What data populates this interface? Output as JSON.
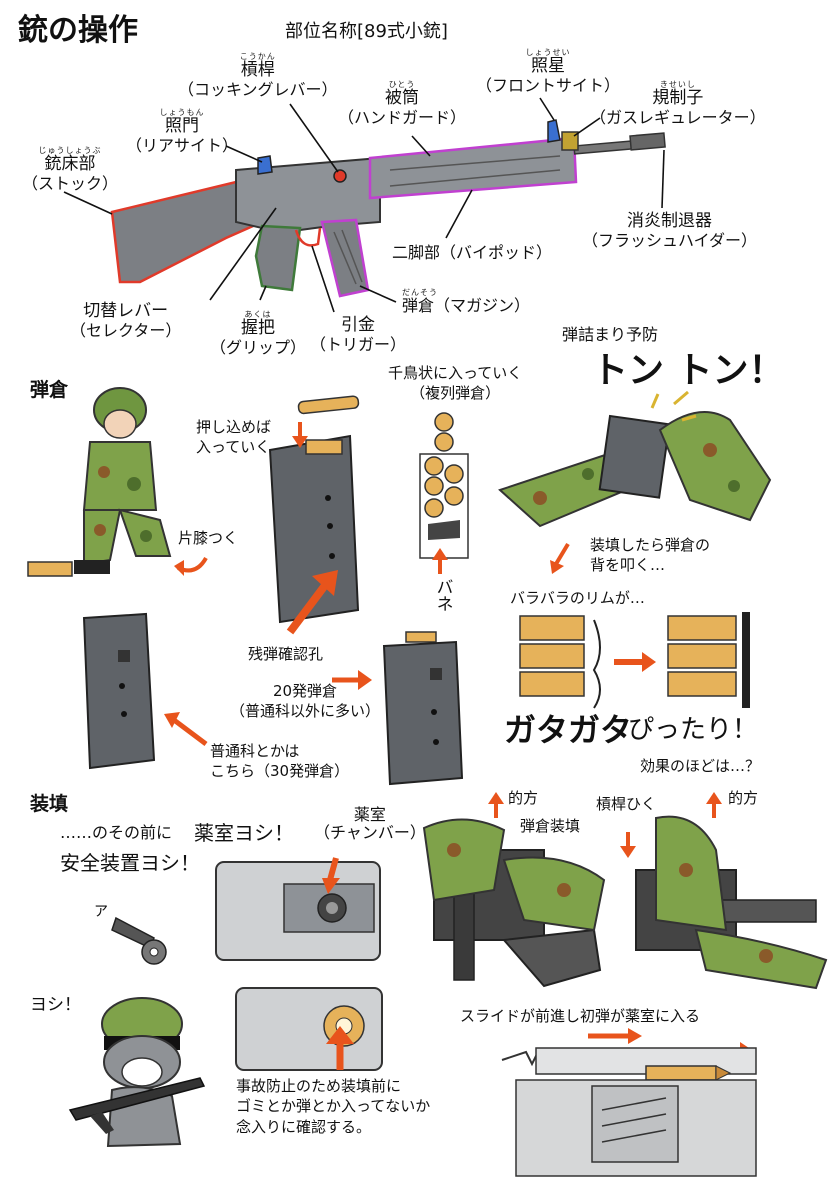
{
  "page_title": "銃の操作",
  "diagram_title": "部位名称[89式小銃]",
  "parts": {
    "cocking": {
      "ruby": "こうかん",
      "name": "槓桿",
      "sub": "（コッキングレバー）"
    },
    "handguard": {
      "ruby": "ひとう",
      "name": "被筒",
      "sub": "（ハンドガード）"
    },
    "front_sight": {
      "ruby": "しょうせい",
      "name": "照星",
      "sub": "（フロントサイト）"
    },
    "gas_regulator": {
      "ruby": "きせいし",
      "name": "規制子",
      "sub": "（ガスレギュレーター）"
    },
    "rear_sight": {
      "ruby": "しょうもん",
      "name": "照門",
      "sub": "（リアサイト）"
    },
    "stock": {
      "ruby": "じゅうしょうぶ",
      "name": "銃床部",
      "sub": "（ストック）"
    },
    "flash_hider": {
      "name": "消炎制退器",
      "sub": "（フラッシュハイダー）"
    },
    "bipod": {
      "name": "二脚部（バイポッド）"
    },
    "magazine": {
      "ruby": "だんそう",
      "name": "弾倉（マガジン）"
    },
    "selector": {
      "name": "切替レバー",
      "sub": "（セレクター）"
    },
    "grip": {
      "ruby": "あくは",
      "name": "握把",
      "sub": "（グリップ）"
    },
    "trigger": {
      "name": "引金",
      "sub": "（トリガー）"
    }
  },
  "magazine_section": {
    "heading": "弾倉",
    "push_in_1": "押し込めば",
    "push_in_2": "入っていく",
    "kneel": "片膝つく",
    "stagger_1": "千鳥状に入っていく",
    "stagger_2": "（複列弾倉）",
    "spring": "バネ",
    "check_hole": "残弾確認孔",
    "mag20_1": "20発弾倉",
    "mag20_2": "（普通科以外に多い）",
    "mag30_1": "普通科とかは",
    "mag30_2": "こちら（30発弾倉）"
  },
  "jam_section": {
    "heading": "弾詰まり予防",
    "tap": "トン トン！",
    "step1_1": "装填したら弾倉の",
    "step1_2": "背を叩く…",
    "rims": "バラバラのリムが…",
    "rattle": "ガタガタ",
    "snug": "ぴったり！",
    "effect": "効果のほどは…？"
  },
  "loading_section": {
    "heading": "装填",
    "before_1": "……のその前に",
    "before_2": "安全装置ヨシ！",
    "a_sound": "ア",
    "chamber_ok": "薬室ヨシ！",
    "chamber_1": "薬室",
    "chamber_2": "（チャンバー）",
    "yoshi": "ヨシ！",
    "note_1": "事故防止のため装填前に",
    "note_2": "ゴミとか弾とか入ってないか",
    "note_3": "念入りに確認する。",
    "direction_1": "的方",
    "mag_insert": "弾倉装填",
    "pull_lever": "槓桿ひく",
    "direction_2": "的方",
    "slide": "スライドが前進し初弾が薬室に入る"
  },
  "colors": {
    "stock_outline": "#e03a2a",
    "handguard_outline": "#c040d0",
    "grip_outline": "#3f7a3a",
    "sight_blue": "#3a6fd0",
    "arrow_orange": "#e8541c",
    "camo_green": "#7fa24a",
    "camo_brown": "#8a5a2a",
    "brass": "#e6b25a",
    "metal_gray": "#6f7378"
  }
}
